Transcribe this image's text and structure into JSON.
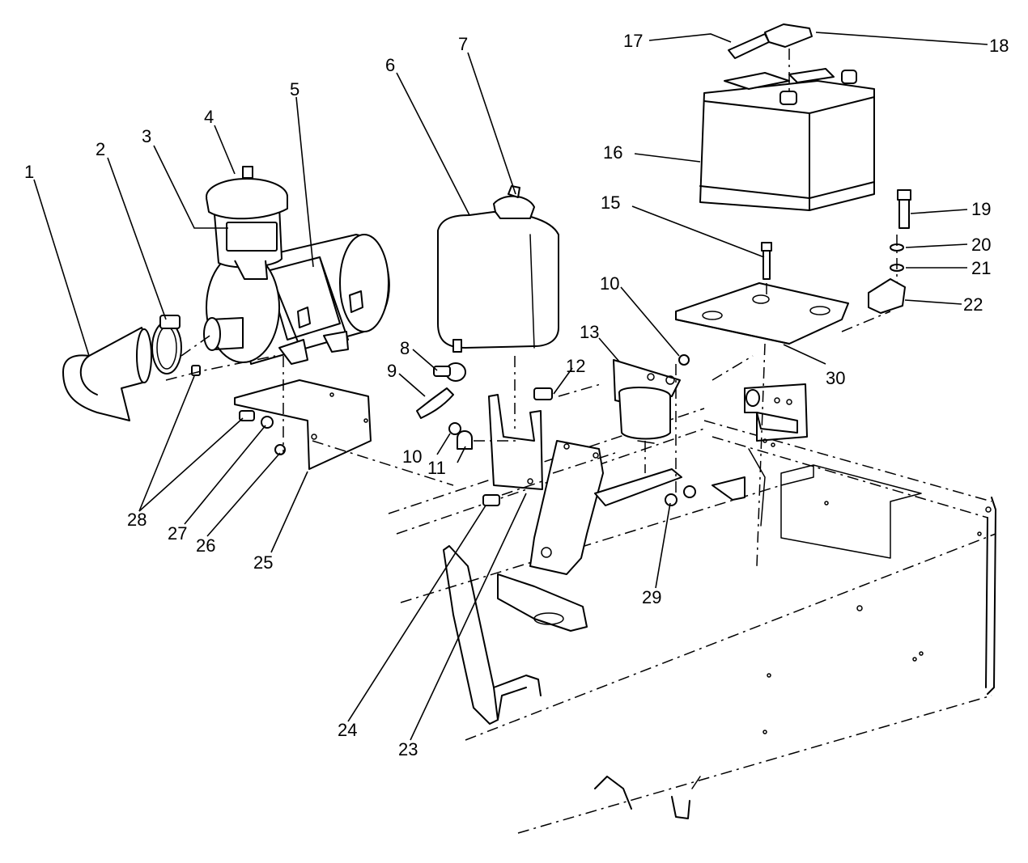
{
  "callouts": [
    {
      "id": "c1",
      "text": "1"
    },
    {
      "id": "c2",
      "text": "2"
    },
    {
      "id": "c3",
      "text": "3"
    },
    {
      "id": "c4",
      "text": "4"
    },
    {
      "id": "c5",
      "text": "5"
    },
    {
      "id": "c6",
      "text": "6"
    },
    {
      "id": "c7",
      "text": "7"
    },
    {
      "id": "c8",
      "text": "8"
    },
    {
      "id": "c9",
      "text": "9"
    },
    {
      "id": "c10a",
      "text": "10"
    },
    {
      "id": "c10b",
      "text": "10"
    },
    {
      "id": "c11",
      "text": "11"
    },
    {
      "id": "c12",
      "text": "12"
    },
    {
      "id": "c13",
      "text": "13"
    },
    {
      "id": "c15",
      "text": "15"
    },
    {
      "id": "c16",
      "text": "16"
    },
    {
      "id": "c17",
      "text": "17"
    },
    {
      "id": "c18",
      "text": "18"
    },
    {
      "id": "c19",
      "text": "19"
    },
    {
      "id": "c20",
      "text": "20"
    },
    {
      "id": "c21",
      "text": "21"
    },
    {
      "id": "c22",
      "text": "22"
    },
    {
      "id": "c23",
      "text": "23"
    },
    {
      "id": "c24",
      "text": "24"
    },
    {
      "id": "c25",
      "text": "25"
    },
    {
      "id": "c26",
      "text": "26"
    },
    {
      "id": "c27",
      "text": "27"
    },
    {
      "id": "c28",
      "text": "28"
    },
    {
      "id": "c29",
      "text": "29"
    },
    {
      "id": "c30",
      "text": "30"
    }
  ]
}
